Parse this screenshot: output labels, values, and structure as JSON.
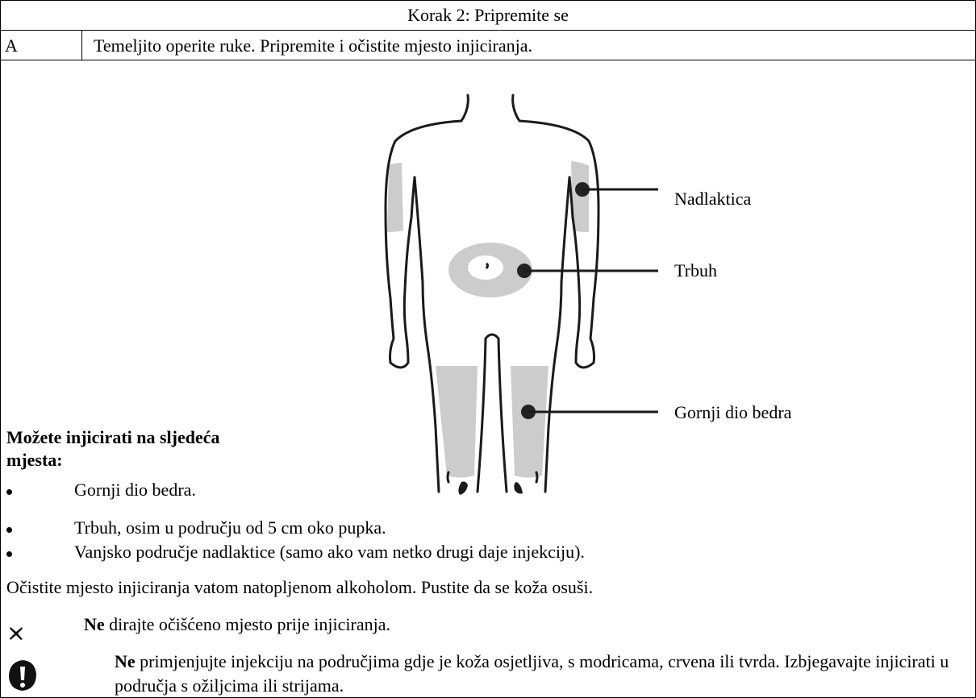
{
  "header": {
    "title": "Korak 2: Pripremite se"
  },
  "step": {
    "letter": "A",
    "instruction": "Temeljito operite ruke. Pripremite i očistite mjesto injiciranja."
  },
  "figure": {
    "labels": {
      "upper_arm": "Nadlaktica",
      "abdomen": "Trbuh",
      "thigh": "Gornji dio bedra"
    },
    "colors": {
      "outline": "#1a1a1a",
      "site_shade": "#cccccc",
      "marker": "#222222"
    }
  },
  "sites": {
    "heading": "Možete injicirati na sljedeća mjesta:",
    "items": [
      "Gornji dio bedra.",
      "Trbuh, osim u području od 5 cm oko pupka.",
      "Vanjsko područje nadlaktice (samo ako vam netko drugi daje injekciju)."
    ]
  },
  "cleaning": {
    "text": "Očistite mjesto injiciranja vatom natopljenom alkoholom. Pustite da se koža osuši."
  },
  "dont_touch": {
    "icon": "cross-mark-icon",
    "bold": "Ne",
    "text": " dirajte očišćeno mjesto prije injiciranja."
  },
  "warning": {
    "icon": "exclamation-icon",
    "bold": "Ne",
    "text": " primjenjujte injekciju na područjima gdje je koža osjetljiva, s modricama, crvena ili tvrda. Izbjegavajte injicirati u područja s ožiljcima ili strijama."
  }
}
